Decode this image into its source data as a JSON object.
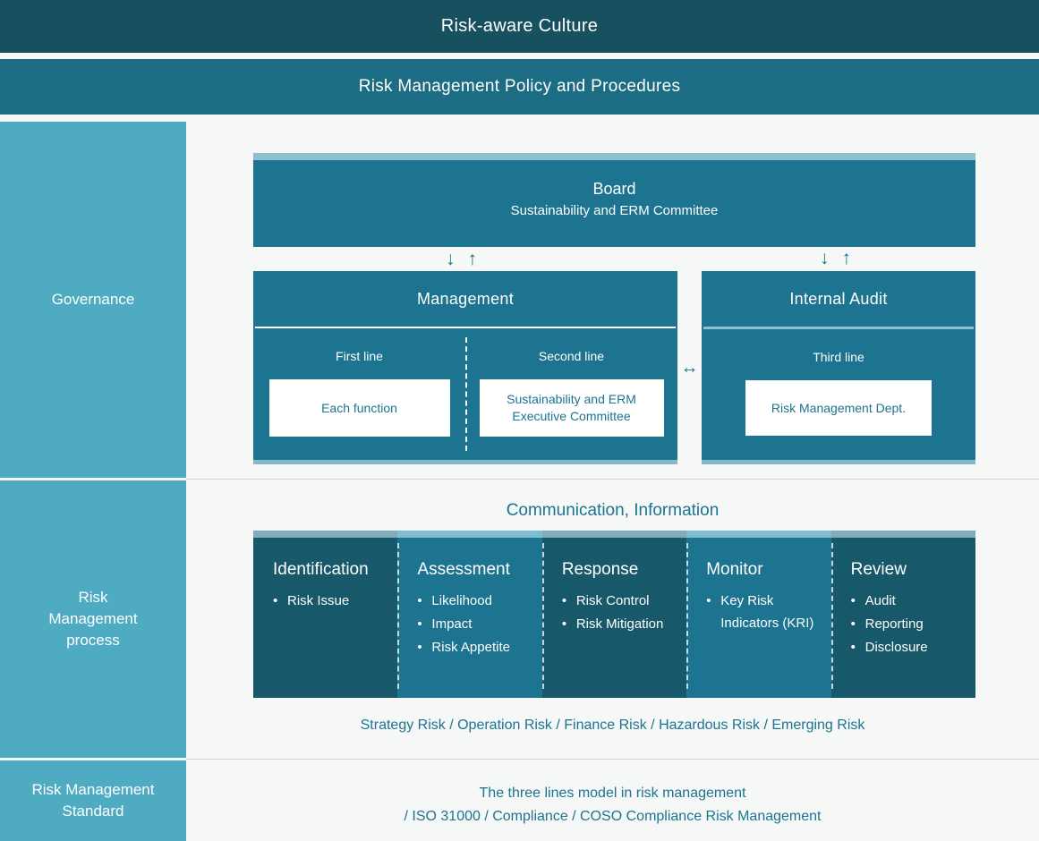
{
  "banners": {
    "culture": "Risk-aware Culture",
    "policy": "Risk Management Policy and Procedures"
  },
  "sidebar": {
    "governance": "Governance",
    "process": "Risk\nManagement\nprocess",
    "process_lines": [
      "Risk",
      "Management",
      "process"
    ],
    "standard_lines": [
      "Risk Management",
      "Standard"
    ]
  },
  "governance": {
    "board": {
      "title": "Board",
      "subtitle": "Sustainability and ERM Committee"
    },
    "arrow_down": "↓",
    "arrow_up": "↑",
    "arrow_leftright": "↔",
    "management": {
      "title": "Management",
      "columns": [
        {
          "label": "First line",
          "box": "Each function"
        },
        {
          "label": "Second line",
          "box": "Sustainability and ERM\nExecutive Committee",
          "box_lines": [
            "Sustainability and ERM",
            "Executive Committee"
          ]
        }
      ]
    },
    "internal_audit": {
      "title": "Internal Audit",
      "columns": [
        {
          "label": "Third line",
          "box": "Risk Management Dept."
        }
      ]
    }
  },
  "process": {
    "communication_title": "Communication, Information",
    "steps": [
      {
        "name": "Identification",
        "items": [
          "Risk Issue"
        ]
      },
      {
        "name": "Assessment",
        "items": [
          "Likelihood",
          "Impact",
          "Risk Appetite"
        ]
      },
      {
        "name": "Response",
        "items": [
          "Risk Control",
          "Risk Mitigation"
        ]
      },
      {
        "name": "Monitor",
        "items": [
          "Key Risk Indicators (KRI)"
        ]
      },
      {
        "name": "Review",
        "items": [
          "Audit",
          "Reporting",
          "Disclosure"
        ]
      }
    ],
    "risk_types": "Strategy Risk / Operation Risk / Finance Risk / Hazardous Risk / Emerging Risk"
  },
  "standard": {
    "line1": "The three lines model in risk management",
    "line2": "/ ISO 31000 / Compliance / COSO Compliance Risk Management"
  },
  "colors": {
    "dark_teal": "#17505f",
    "mid_teal": "#1c6c83",
    "panel_teal": "#1c7490",
    "deep_teal": "#17596b",
    "sidebar_blue": "#4eabc2",
    "cap_light": "#8fbecd",
    "background": "#f6f7f7",
    "text_white": "#ffffff"
  }
}
